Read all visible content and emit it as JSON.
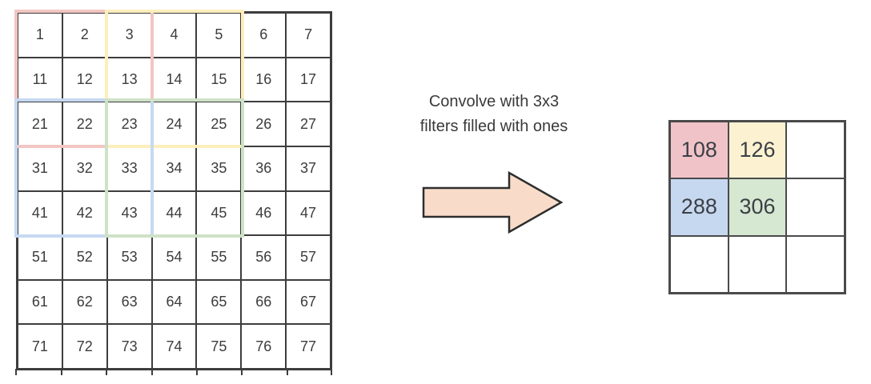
{
  "left_grid": {
    "rows": [
      [
        1,
        2,
        3,
        4,
        5,
        6,
        7
      ],
      [
        11,
        12,
        13,
        14,
        15,
        16,
        17
      ],
      [
        21,
        22,
        23,
        24,
        25,
        26,
        27
      ],
      [
        31,
        32,
        33,
        34,
        35,
        36,
        37
      ],
      [
        41,
        42,
        43,
        44,
        45,
        46,
        47
      ],
      [
        51,
        52,
        53,
        54,
        55,
        56,
        57
      ],
      [
        61,
        62,
        63,
        64,
        65,
        66,
        67
      ],
      [
        71,
        72,
        73,
        74,
        75,
        76,
        77
      ]
    ],
    "filters": [
      {
        "name": "pink",
        "color": "#f1c6c3"
      },
      {
        "name": "yellow",
        "color": "#fdeebc"
      },
      {
        "name": "blue",
        "color": "#c6d9f2"
      },
      {
        "name": "green",
        "color": "#cee2c7"
      }
    ]
  },
  "annotation": {
    "line1": "Convolve with 3x3",
    "line2": "filters filled with ones"
  },
  "arrow": {
    "name": "right-arrow-icon",
    "fill": "#f8dcc9",
    "stroke": "#2e2e2e"
  },
  "right_grid": {
    "rows": [
      [
        {
          "value": "108",
          "fill": "#f0c3c9"
        },
        {
          "value": "126",
          "fill": "#fcf2d1"
        },
        {
          "value": "",
          "fill": "#ffffff"
        }
      ],
      [
        {
          "value": "288",
          "fill": "#c6d8f0"
        },
        {
          "value": "306",
          "fill": "#d6e7d2"
        },
        {
          "value": "",
          "fill": "#ffffff"
        }
      ],
      [
        {
          "value": "",
          "fill": "#ffffff"
        },
        {
          "value": "",
          "fill": "#ffffff"
        },
        {
          "value": "",
          "fill": "#ffffff"
        }
      ]
    ]
  }
}
